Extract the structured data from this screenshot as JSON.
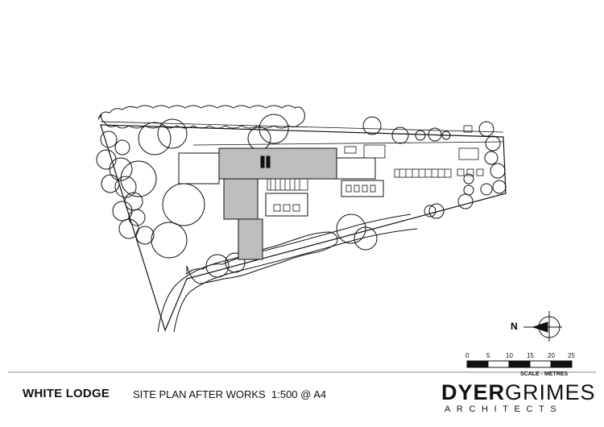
{
  "title_block": {
    "project_name": "WHITE LODGE",
    "drawing_title": "SITE PLAN AFTER WORKS",
    "scale": "1:500 @ A4"
  },
  "logo": {
    "part1": "DYER",
    "part2": "GRIMES",
    "subtitle": "ARCHITECTS"
  },
  "north_arrow": {
    "label": "N"
  },
  "scale_bar": {
    "ticks": [
      "0",
      "5",
      "10",
      "15",
      "20",
      "25"
    ],
    "unit_label": "SCALE - METRES"
  },
  "colors": {
    "line": "#111111",
    "building_fill": "#bdbdbd",
    "background": "#ffffff"
  }
}
